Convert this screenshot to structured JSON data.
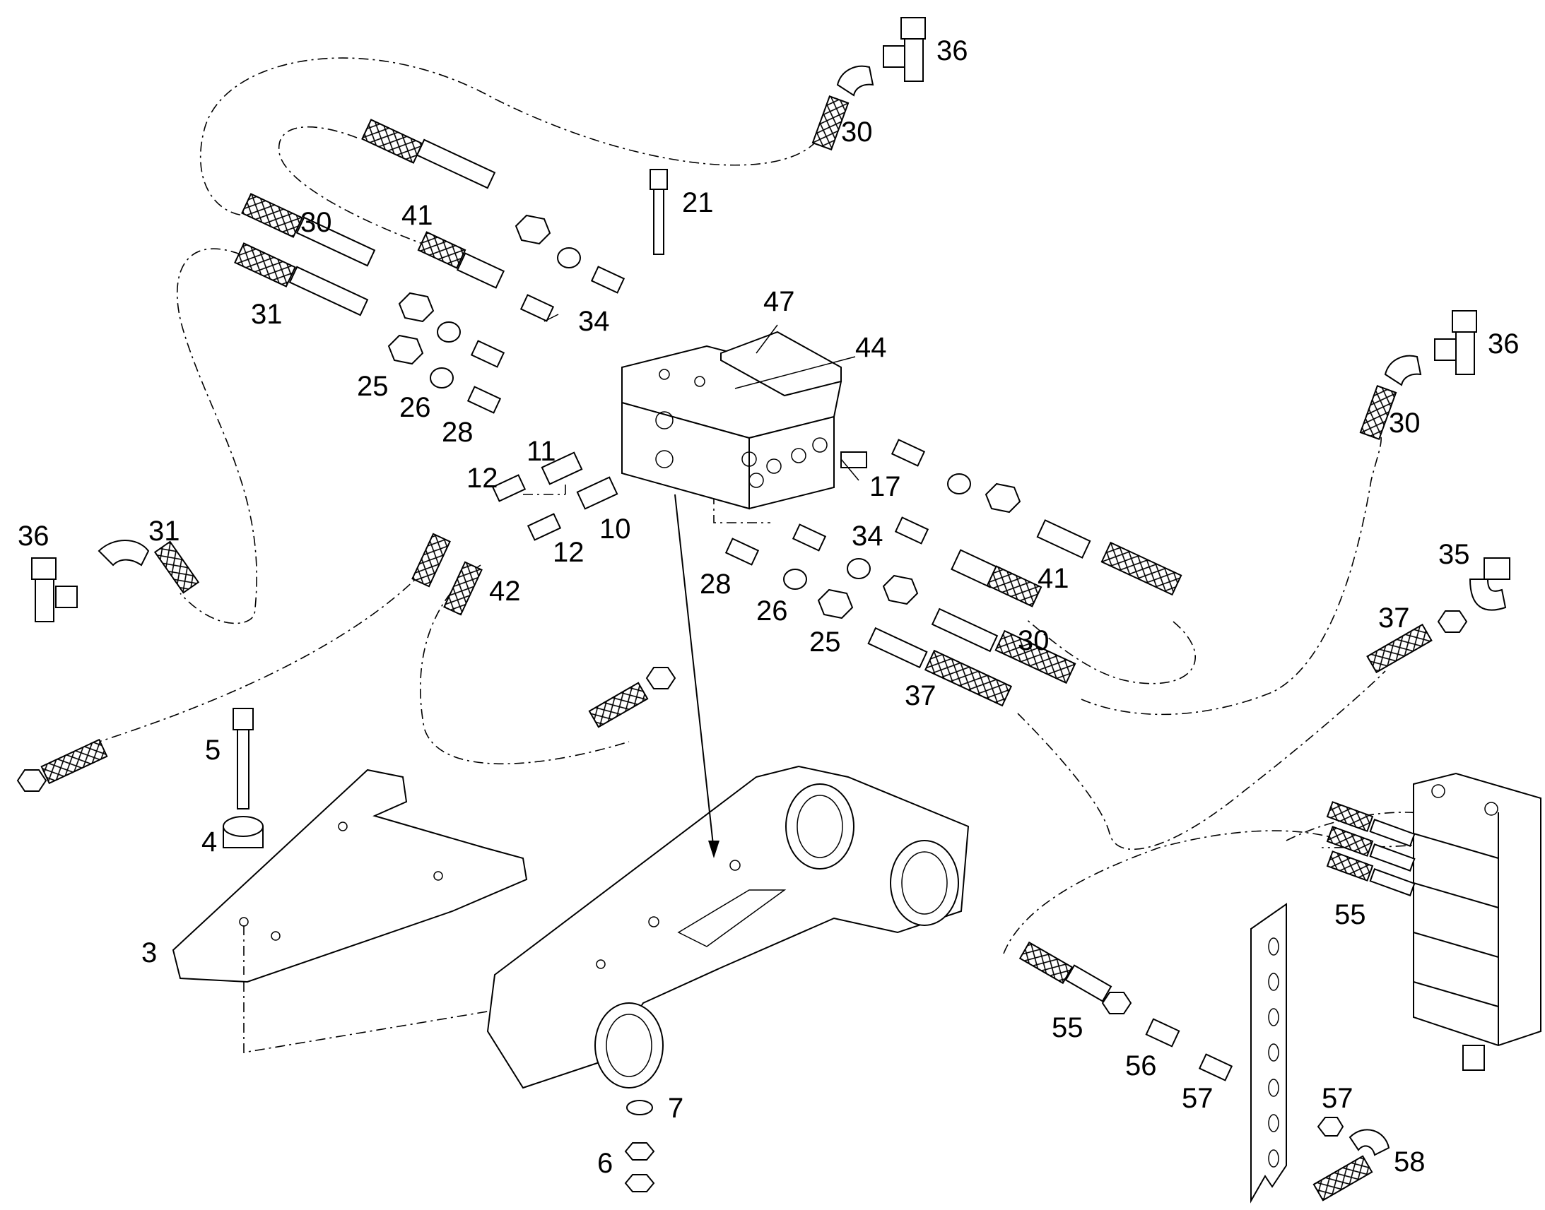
{
  "colors": {
    "ink": "#000000",
    "paper": "#ffffff"
  },
  "callouts": {
    "c36a": "36",
    "c30a": "30",
    "c21": "21",
    "c41a": "41",
    "c30b": "30",
    "c31a": "31",
    "c34a": "34",
    "c47": "47",
    "c44": "44",
    "c25a": "25",
    "c26a": "26",
    "c28a": "28",
    "c11": "11",
    "c12a": "12",
    "c17": "17",
    "c36b": "36",
    "c30c": "30",
    "c36c": "36",
    "c31b": "31",
    "c12b": "12",
    "c10": "10",
    "c42": "42",
    "c34b": "34",
    "c41b": "41",
    "c28b": "28",
    "c26b": "26",
    "c25b": "25",
    "c30d": "30",
    "c37a": "37",
    "c35": "35",
    "c37b": "37",
    "c5": "5",
    "c4": "4",
    "c3": "3",
    "c55a": "55",
    "c55b": "55",
    "c56": "56",
    "c57a": "57",
    "c57b": "57",
    "c58": "58",
    "c7": "7",
    "c6": "6"
  }
}
